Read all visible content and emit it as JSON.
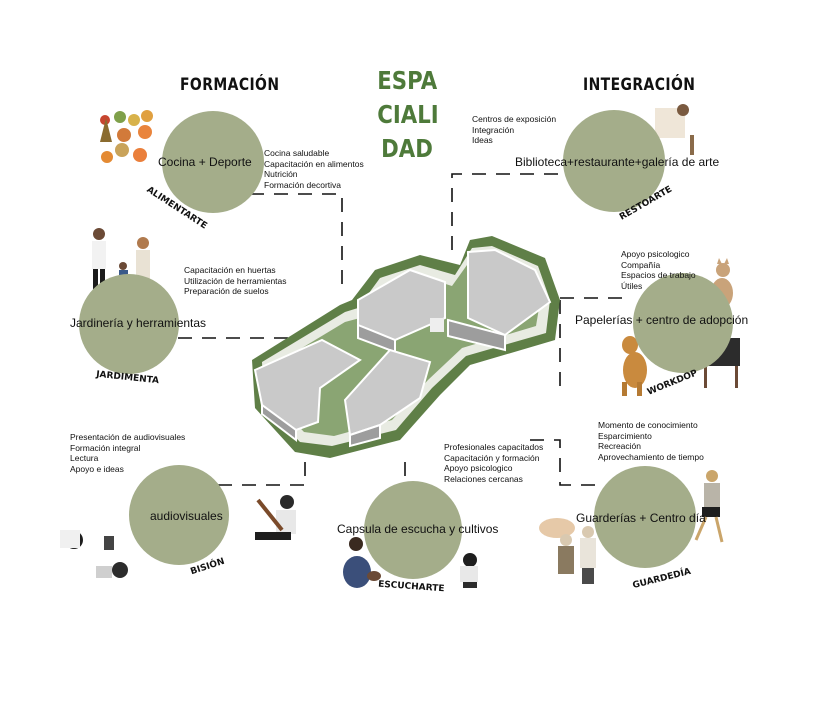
{
  "title": {
    "lines": [
      "ESPA",
      "CIALI",
      "DAD"
    ]
  },
  "headings": {
    "formacion": "FORMACIÓN",
    "integracion": "INTEGRACIÓN"
  },
  "nodes": {
    "alimentarte": {
      "label": "Cocina + Deporte",
      "tag": "ALIMENTARTE",
      "notes": [
        "Cocina saludable",
        "Capacitación en alimentos",
        "Nutrición",
        "Formación decortiva"
      ]
    },
    "jardimenta": {
      "label": "Jardinería y herramientas",
      "tag": "JARDIMENTA",
      "notes": [
        "Capacitación en huertas",
        "Utilización de herramientas",
        "Preparación de suelos"
      ]
    },
    "bision": {
      "label": "audiovisuales",
      "tag": "BISIÓN",
      "notes": [
        "Presentación de audiovisuales",
        "Formación integral",
        "Lectura",
        "Apoyo e ideas"
      ]
    },
    "escucharte": {
      "label": "Capsula de escucha y cultivos",
      "tag": "ESCUCHARTE",
      "notes": [
        "Profesionales capacitados",
        "Capacitación y formación",
        "Apoyo psicologico",
        "Relaciones cercanas"
      ]
    },
    "restoarte": {
      "label": "Biblioteca+restaurante+galería de arte",
      "tag": "RESTOARTE",
      "notes": [
        "Centros de exposición",
        "Integración",
        "Ideas"
      ]
    },
    "workdop": {
      "label": "Papelerías + centro de adopción",
      "tag": "WORKDOP",
      "notes": [
        "Apoyo psicologico",
        "Compañía",
        "Espacios de trabajo",
        "Útiles"
      ]
    },
    "guardedia": {
      "label": "Guarderías + Centro día",
      "tag": "GUARDEDÍA",
      "notes": [
        "Momento de conocimiento",
        "Esparcimiento",
        "Recreación",
        "Aprovechamiento de tiempo"
      ]
    }
  },
  "colors": {
    "circle": "#a4ad8a",
    "title": "#4e7a3a",
    "green_base": "#5f7f47",
    "blocks": "#bdbdbd"
  },
  "icons": [
    "fruit-basket-icon",
    "people-family-icon",
    "plant-icon",
    "dog-icon",
    "cat-icon",
    "people-walking-icon",
    "guitar-player-icon",
    "woman-sitting-icon"
  ]
}
